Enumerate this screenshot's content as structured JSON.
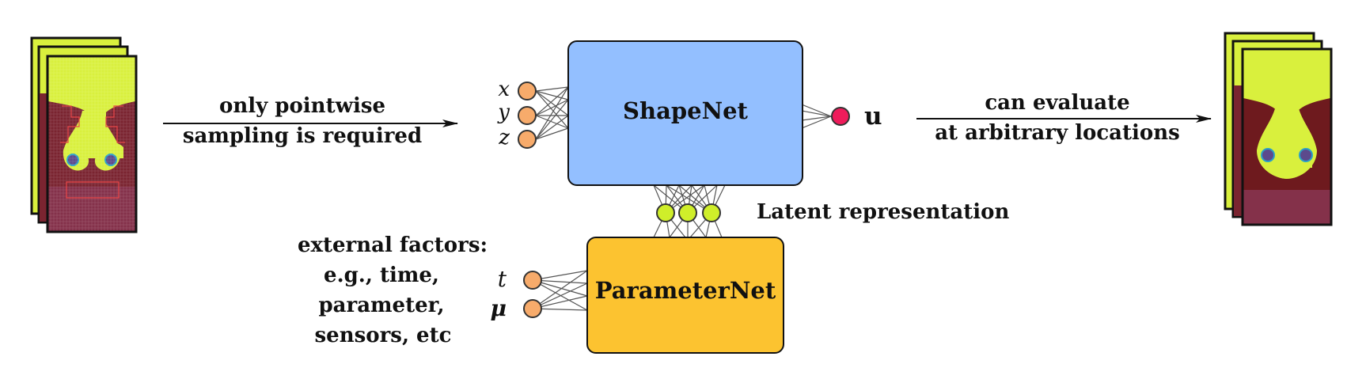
{
  "diagram": {
    "left_arrow": {
      "line1": "only pointwise",
      "line2": "sampling is required"
    },
    "right_arrow": {
      "line1": "can evaluate",
      "line2": "at arbitrary locations"
    },
    "shapenet": {
      "label": "ShapeNet",
      "inputs": [
        "x",
        "y",
        "z"
      ],
      "output": "u",
      "color": "#93bfff"
    },
    "parameternet": {
      "label": "ParameterNet",
      "inputs": [
        "t",
        "μ"
      ],
      "color": "#fcc330"
    },
    "latent": {
      "label": "Latent representation",
      "count": 3,
      "color": "#cfee2a"
    },
    "external_factors": {
      "lines": [
        "external factors:",
        "e.g., time,",
        "parameter,",
        "sensors, etc"
      ]
    },
    "colors": {
      "input_node": "#f7ab6b",
      "output_node": "#ee1c5b",
      "field_yellow": "#d9f03d",
      "field_dark": "#6e1a1e",
      "field_mid": "#84314a"
    }
  }
}
